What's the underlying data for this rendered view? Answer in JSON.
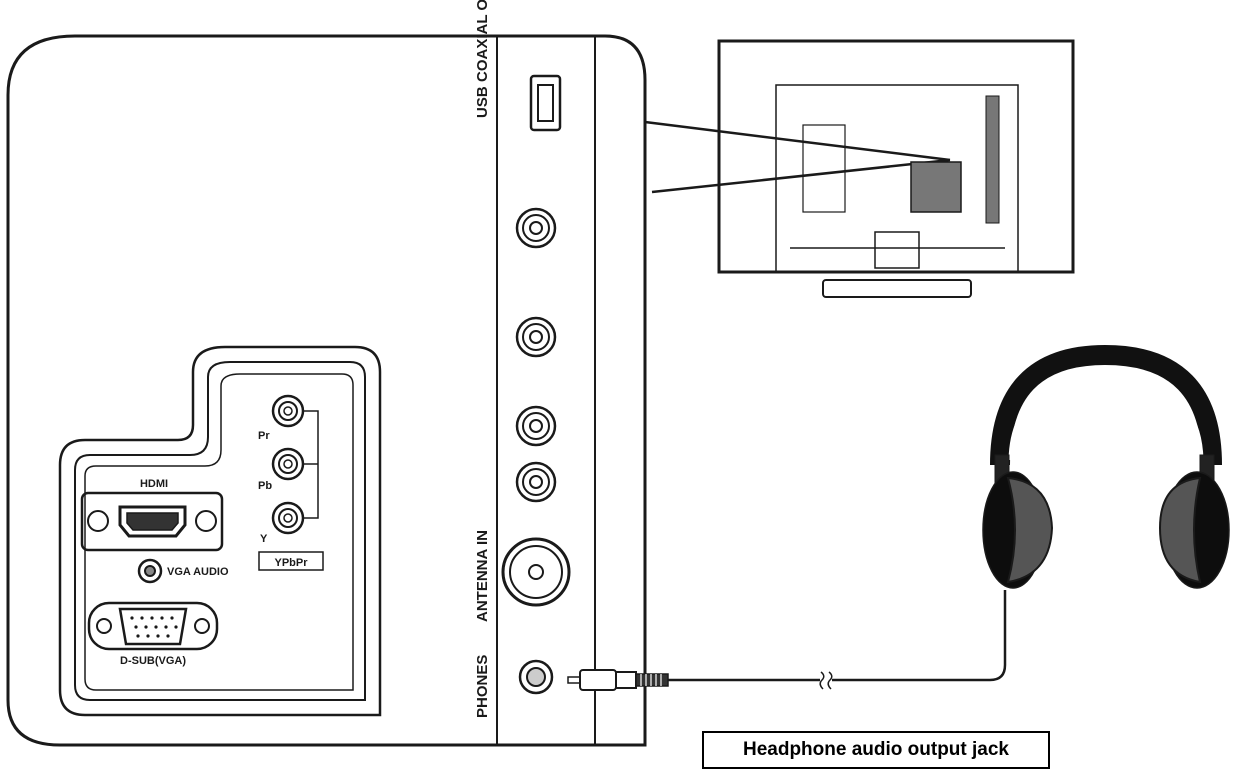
{
  "labels": {
    "usb": "USB",
    "coaxial": "COAXIAL O",
    "antenna_in": "ANTENNA IN",
    "phones": "PHONES",
    "hdmi": "HDMI",
    "vga_audio": "VGA AUDIO",
    "dsub": "D-SUB(VGA)",
    "pr": "Pr",
    "pb": "Pb",
    "y": "Y",
    "ypbpr": "YPbPr"
  },
  "caption": "Headphone audio output jack",
  "icons": [
    "hdmi-port-icon",
    "usb-port-icon",
    "rca-jack-icon",
    "antenna-jack-icon",
    "phones-jack-icon",
    "vga-port-icon",
    "headphones-icon",
    "tv-back-icon",
    "audio-plug-icon"
  ],
  "colors": {
    "stroke": "#1a1a1a",
    "panel_gray": "#777777",
    "cushion": "#555555"
  }
}
